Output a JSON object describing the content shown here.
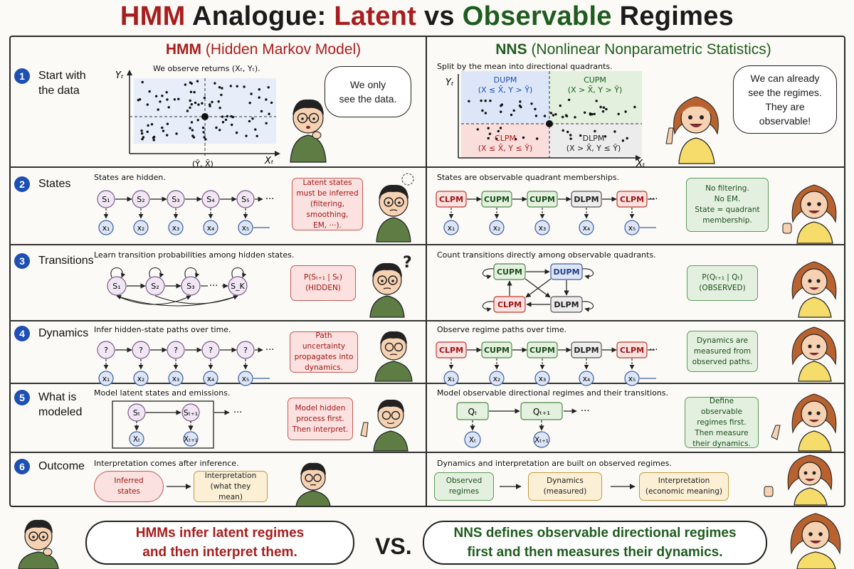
{
  "title": {
    "part1": "HMM",
    "part2": " Analogue: ",
    "part3": "Latent",
    "part4": " vs ",
    "part5": "Observable",
    "part6": " Regimes"
  },
  "left_header": {
    "abbr": "HMM",
    "full": " (Hidden Markov Model)"
  },
  "right_header": {
    "abbr": "NNS",
    "full": " (Nonlinear Nonparametric Statistics)"
  },
  "rows": [
    {
      "num": "1",
      "label": "Start with\nthe data"
    },
    {
      "num": "2",
      "label": "States"
    },
    {
      "num": "3",
      "label": "Transitions"
    },
    {
      "num": "4",
      "label": "Dynamics"
    },
    {
      "num": "5",
      "label": "What is\nmodeled"
    },
    {
      "num": "6",
      "label": "Outcome"
    }
  ],
  "left": {
    "r1_caption": "We observe returns (Xₜ, Yₜ).",
    "r1_ylabel": "Yₜ",
    "r1_xlabel": "Xₜ",
    "r1_center": "(Ȳ, X̄)",
    "r1_bubble": "We only\nsee the data.",
    "r2_caption": "States are hidden.",
    "r2_states": [
      "S₁",
      "S₂",
      "S₃",
      "S₄",
      "S₅"
    ],
    "r2_obs": [
      "x₁",
      "x₂",
      "x₃",
      "x₄",
      "x₅"
    ],
    "ellipsis": "···",
    "r2_note": "Latent states\nmust be inferred\n(filtering, smoothing,\nEM, ···).",
    "r3_caption": "Learn transition probabilities among hidden states.",
    "r3_states": [
      "S₁",
      "S₂",
      "S₃",
      "S_K"
    ],
    "r3_note": "P(Sₜ₊₁ | Sₜ)\n(HIDDEN)",
    "r4_caption": "Infer hidden-state paths over time.",
    "r4_q": "?",
    "r4_note": "Path uncertainty\npropagates into\ndynamics.",
    "r5_caption": "Model latent states and emissions.",
    "r5_nodes": [
      "Sₜ",
      "Sₜ₊₁",
      "Xₜ",
      "Xₜ₊₁"
    ],
    "r5_note": "Model hidden\nprocess first.\nThen interpret.",
    "r6_caption": "Interpretation comes after inference.",
    "r6_box1": "Inferred\nstates",
    "r6_box2": "Interpretation\n(what they mean)"
  },
  "right": {
    "r1_caption": "Split by the mean into directional quadrants.",
    "r1_ylabel": "Yₜ",
    "r1_xlabel": "Xₜ",
    "quadrants": {
      "dupm": {
        "name": "DUPM",
        "cond": "(X ≤ X̄, Y > Ȳ)"
      },
      "cupm": {
        "name": "CUPM",
        "cond": "(X > X̄, Y > Ȳ)"
      },
      "clpm": {
        "name": "CLPM",
        "cond": "(X ≤ X̄, Y ≤ Ȳ)"
      },
      "dlpm": {
        "name": "DLPM",
        "cond": "(X > X̄, Y ≤ Ȳ)"
      }
    },
    "r1_bubble": "We can already\nsee the regimes.\nThey are\nobservable!",
    "r2_caption": "States are observable quadrant memberships.",
    "path": [
      "CLPM",
      "CUPM",
      "CUPM",
      "DLPM",
      "CLPM"
    ],
    "r2_obs": [
      "x₁",
      "x₂",
      "x₃",
      "x₄",
      "x₅"
    ],
    "r2_note": "No filtering.\nNo EM.\nState = quadrant\nmembership.",
    "r3_caption": "Count transitions directly among observable quadrants.",
    "r3_nodes": [
      "CUPM",
      "DUPM",
      "CLPM",
      "DLPM"
    ],
    "r3_note": "P(Qₜ₊₁ | Qₜ)\n(OBSERVED)",
    "r4_caption": "Observe regime paths over time.",
    "r4_note": "Dynamics are\nmeasured from\nobserved paths.",
    "r5_caption": "Model observable directional regimes and their transitions.",
    "r5_nodes": [
      "Qₜ",
      "Qₜ₊₁",
      "Xₜ",
      "Xₜ₊₁"
    ],
    "r5_note": "Define observable\nregimes first.\nThen measure\ntheir dynamics.",
    "r6_caption": "Dynamics and interpretation are built on observed regimes.",
    "r6_boxes": [
      "Observed\nregimes",
      "Dynamics\n(measured)",
      "Interpretation\n(economic meaning)"
    ]
  },
  "bottom": {
    "left": "HMMs infer latent regimes\nand then interpret them.",
    "vs": "VS.",
    "right": "NNS defines observable directional regimes\nfirst and then measures their dynamics."
  },
  "colors": {
    "hmm_red": "#a81d1d",
    "nns_green": "#1f5c1f",
    "number_blue": "#1e4fb4",
    "state_purple": "#f1e6f4",
    "obs_blue": "#dde6f7",
    "cupm_fill": "#e4f1df",
    "dupm_fill": "#dde6f7",
    "clpm_fill": "#fbe1df",
    "dlpm_fill": "#ececec"
  }
}
